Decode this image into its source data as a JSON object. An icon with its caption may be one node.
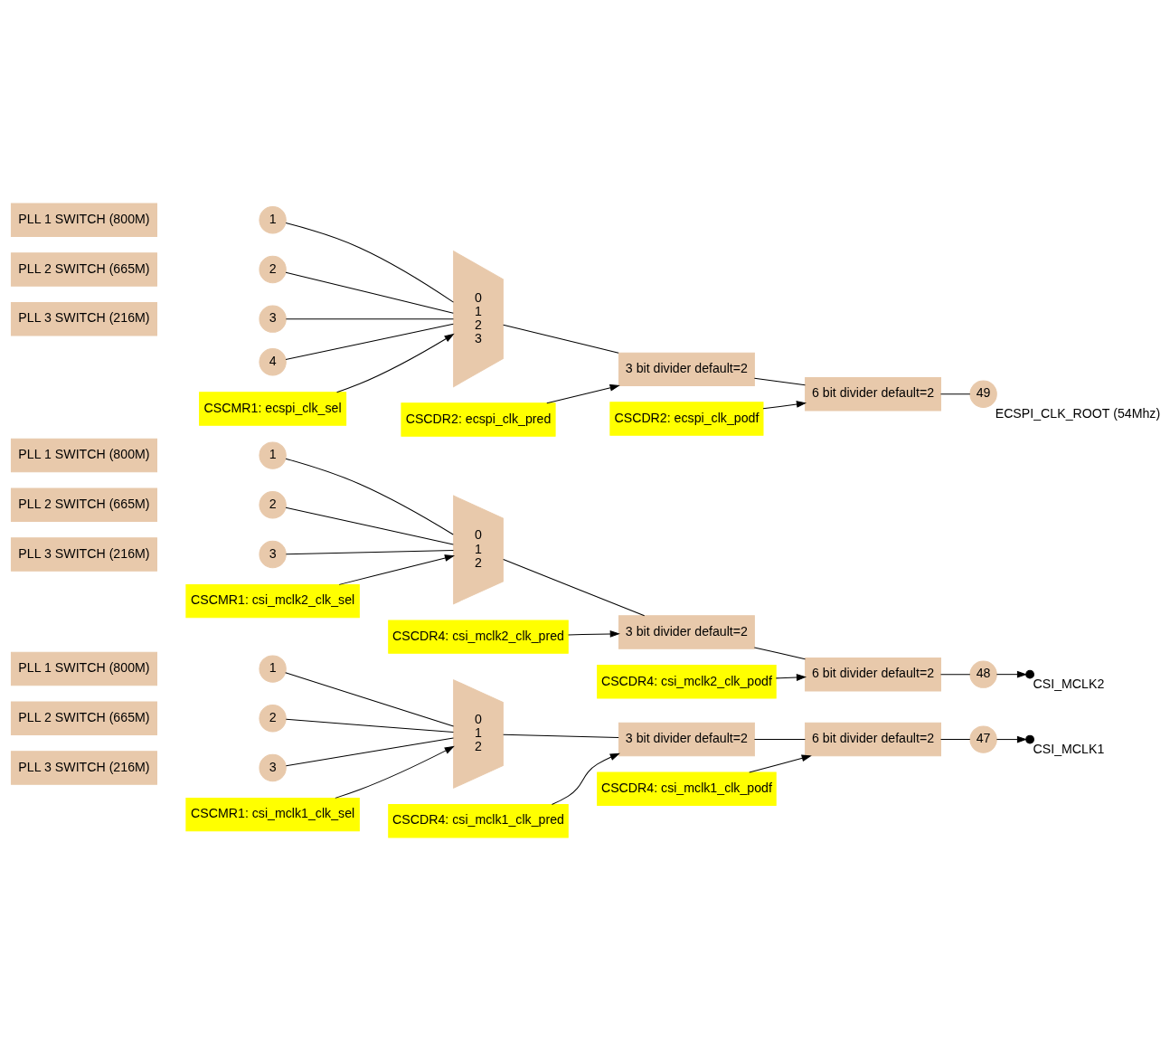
{
  "diagram": {
    "nodes": [
      {
        "text": [
          "PLL 1 SWITCH (800M)"
        ]
      },
      {
        "text": [
          "PLL 2 SWITCH (665M)"
        ]
      },
      {
        "text": [
          "PLL 3 SWITCH (216M)"
        ]
      },
      {
        "text": [
          "1"
        ]
      },
      {
        "text": [
          "2"
        ]
      },
      {
        "text": [
          "3"
        ]
      },
      {
        "text": [
          "0",
          "1",
          "2"
        ]
      },
      {
        "text": [
          "CSCDR4: csi_mclk1_clk_pred"
        ]
      },
      {
        "text": [
          "CSCDR4: csi_mclk1_clk_podf"
        ]
      },
      {
        "text": [
          "3 bit divider default=2"
        ]
      },
      {
        "text": [
          "6 bit divider default=2"
        ]
      },
      {
        "text": [
          "CSCMR1: csi_mclk1_clk_sel"
        ]
      },
      {
        "text": [
          "47"
        ]
      },
      {
        "text": [],
        "shape": "cross",
        "beside": [
          "CSI_MCLK1"
        ]
      },
      {
        "text": [
          "PLL 1 SWITCH (800M)"
        ]
      },
      {
        "text": [
          "PLL 2 SWITCH (665M)"
        ]
      },
      {
        "text": [
          "PLL 3 SWITCH (216M)"
        ]
      },
      {
        "text": [
          "1"
        ]
      },
      {
        "text": [
          "2"
        ]
      },
      {
        "text": [
          "3"
        ]
      },
      {
        "text": [
          "0",
          "1",
          "2"
        ]
      },
      {
        "text": [
          "CSCDR4: csi_mclk2_clk_pred"
        ]
      },
      {
        "text": [
          "CSCDR4: csi_mclk2_clk_podf"
        ]
      },
      {
        "text": [
          "3 bit divider default=2"
        ]
      },
      {
        "text": [
          "6 bit divider default=2"
        ]
      },
      {
        "text": [
          "CSCMR1: csi_mclk2_clk_sel"
        ]
      },
      {
        "text": [
          "48"
        ]
      },
      {
        "text": [],
        "shape": "cross",
        "beside": [
          "CSI_MCLK2"
        ]
      },
      {
        "text": [
          "PLL 1 SWITCH (800M)"
        ]
      },
      {
        "text": [
          "PLL 2 SWITCH (665M)"
        ]
      },
      {
        "text": [
          "PLL 3 SWITCH (216M)"
        ]
      },
      {
        "text": [
          "1"
        ]
      },
      {
        "text": [
          "2"
        ]
      },
      {
        "text": [
          "3"
        ]
      },
      {
        "text": [
          "4"
        ]
      },
      {
        "text": [
          "0",
          "1",
          "2",
          "3"
        ]
      },
      {
        "text": [
          "CSCDR2: ecspi_clk_pred"
        ]
      },
      {
        "text": [
          "CSCDR2: ecspi_clk_podf"
        ]
      },
      {
        "text": [
          "3 bit divider default=2"
        ]
      },
      {
        "text": [
          "6 bit divider default=2"
        ]
      },
      {
        "text": [
          "CSCMR1: ecspi_clk_sel"
        ]
      },
      {
        "text": [
          "49"
        ],
        "beside": [
          "ECSPI_CLK_ROOT (54Mhz)"
        ]
      }
    ],
    "edges": [
      {
        "from": 3,
        "to": 6,
        "arrow": "none"
      },
      {
        "from": 4,
        "to": 6,
        "arrow": "none"
      },
      {
        "from": 5,
        "to": 6,
        "arrow": "none"
      },
      {
        "from": 11,
        "to": 6,
        "arrow": "to"
      },
      {
        "from": 6,
        "to": 9,
        "arrow": "none"
      },
      {
        "from": 7,
        "to": 9,
        "arrow": "to"
      },
      {
        "from": 9,
        "to": 10,
        "arrow": "none"
      },
      {
        "from": 8,
        "to": 10,
        "arrow": "to"
      },
      {
        "from": 10,
        "to": 12,
        "arrow": "none"
      },
      {
        "from": 12,
        "to": 13,
        "arrow": "to"
      },
      {
        "from": 17,
        "to": 20,
        "arrow": "none"
      },
      {
        "from": 18,
        "to": 20,
        "arrow": "none"
      },
      {
        "from": 19,
        "to": 20,
        "arrow": "none"
      },
      {
        "from": 25,
        "to": 20,
        "arrow": "to"
      },
      {
        "from": 20,
        "to": 23,
        "arrow": "none"
      },
      {
        "from": 21,
        "to": 23,
        "arrow": "to"
      },
      {
        "from": 23,
        "to": 24,
        "arrow": "none"
      },
      {
        "from": 22,
        "to": 24,
        "arrow": "to"
      },
      {
        "from": 24,
        "to": 26,
        "arrow": "none"
      },
      {
        "from": 26,
        "to": 27,
        "arrow": "to"
      },
      {
        "from": 31,
        "to": 35,
        "arrow": "none"
      },
      {
        "from": 32,
        "to": 35,
        "arrow": "none"
      },
      {
        "from": 33,
        "to": 35,
        "arrow": "none"
      },
      {
        "from": 34,
        "to": 35,
        "arrow": "none"
      },
      {
        "from": 40,
        "to": 35,
        "arrow": "to"
      },
      {
        "from": 35,
        "to": 38,
        "arrow": "none"
      },
      {
        "from": 36,
        "to": 38,
        "arrow": "to"
      },
      {
        "from": 38,
        "to": 39,
        "arrow": "none"
      },
      {
        "from": 37,
        "to": 39,
        "arrow": "to"
      },
      {
        "from": 39,
        "to": 41,
        "arrow": "none"
      }
    ]
  }
}
